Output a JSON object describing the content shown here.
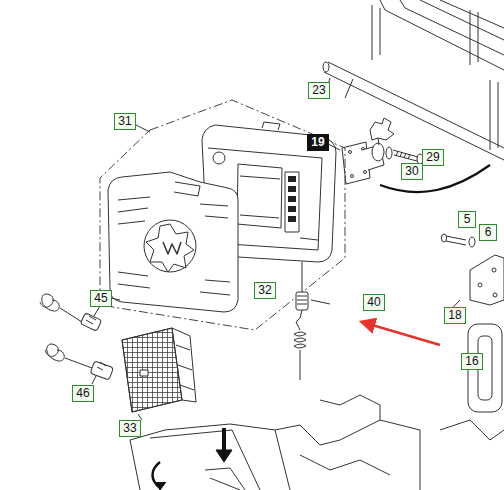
{
  "diagram": {
    "labels": [
      "31",
      "23",
      "19",
      "29",
      "30",
      "5",
      "6",
      "32",
      "45",
      "40",
      "18",
      "16",
      "46",
      "33"
    ]
  }
}
